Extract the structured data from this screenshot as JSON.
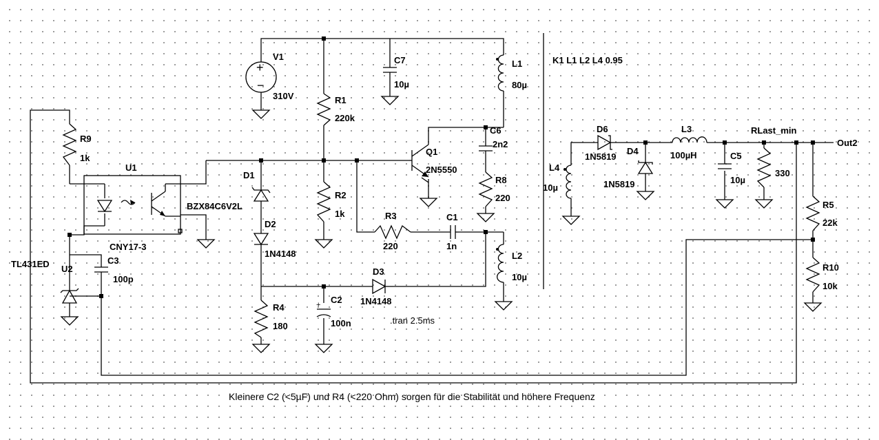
{
  "coupling": "K1 L1 L2 L4 0.95",
  "tran": ".tran 2.5ms",
  "note": "Kleinere C2 (<5µF) und R4 (<220 Ohm) sorgen für die Stabilität und höhere Frequenz",
  "parts": {
    "V1": {
      "name": "V1",
      "value": "310V"
    },
    "C7": {
      "name": "C7",
      "value": "10µ"
    },
    "L1": {
      "name": "L1",
      "value": "80µ"
    },
    "R1": {
      "name": "R1",
      "value": "220k"
    },
    "C6": {
      "name": "C6",
      "value": "2n2"
    },
    "Q1": {
      "name": "Q1",
      "value": "2N5550"
    },
    "R8": {
      "name": "R8",
      "value": "220"
    },
    "R9": {
      "name": "R9",
      "value": "1k"
    },
    "U1": {
      "name": "U1",
      "value": "CNY17-3"
    },
    "D1": {
      "name": "D1",
      "value": "BZX84C6V2L"
    },
    "R2": {
      "name": "R2",
      "value": "1k"
    },
    "D2": {
      "name": "D2",
      "value": "1N4148"
    },
    "R3": {
      "name": "R3",
      "value": "220"
    },
    "C1": {
      "name": "C1",
      "value": "1n"
    },
    "L2": {
      "name": "L2",
      "value": "10µ"
    },
    "U2": {
      "name": "U2",
      "value": "TL431ED"
    },
    "C3": {
      "name": "C3",
      "value": "100p"
    },
    "R4": {
      "name": "R4",
      "value": "180"
    },
    "C2": {
      "name": "C2",
      "value": "100n"
    },
    "D3": {
      "name": "D3",
      "value": "1N4148"
    },
    "D6": {
      "name": "D6",
      "value": "1N5819"
    },
    "D4": {
      "name": "D4",
      "value": "1N5819"
    },
    "L3": {
      "name": "L3",
      "value": "100µH"
    },
    "L4": {
      "name": "L4",
      "value": "10µ"
    },
    "C5": {
      "name": "C5",
      "value": "10µ"
    },
    "Rload": {
      "name": "RLast_min",
      "value": "330"
    },
    "R5": {
      "name": "R5",
      "value": "22k"
    },
    "R10": {
      "name": "R10",
      "value": "10k"
    }
  },
  "out_label": "Out2"
}
